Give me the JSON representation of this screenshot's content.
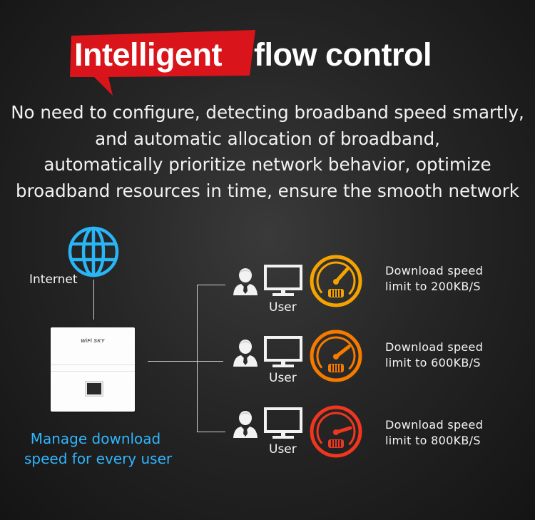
{
  "heading": {
    "highlight": "Intelligent",
    "rest": "flow control",
    "ribbon_color": "#d9141a"
  },
  "description": {
    "lines": [
      "No need to configure, detecting broadband speed smartly,",
      "and automatic allocation of broadband,",
      "automatically prioritize network behavior, optimize",
      "broadband resources in time, ensure the smooth network"
    ]
  },
  "internet": {
    "label": "Internet",
    "icon": "globe-icon",
    "color": "#29b6f6"
  },
  "router": {
    "brand": "WiFi SKY"
  },
  "manage_text": {
    "line1": "Manage download",
    "line2": "speed for every user",
    "color": "#2fb6ff"
  },
  "users": [
    {
      "label": "User",
      "speed_line1": "Download speed",
      "speed_line2": "limit to 200KB/S",
      "gauge_color": "#f5a300"
    },
    {
      "label": "User",
      "speed_line1": "Download speed",
      "speed_line2": "limit to 600KB/S",
      "gauge_color": "#f57a00"
    },
    {
      "label": "User",
      "speed_line1": "Download speed",
      "speed_line2": "limit to 800KB/S",
      "gauge_color": "#f0361e"
    }
  ]
}
